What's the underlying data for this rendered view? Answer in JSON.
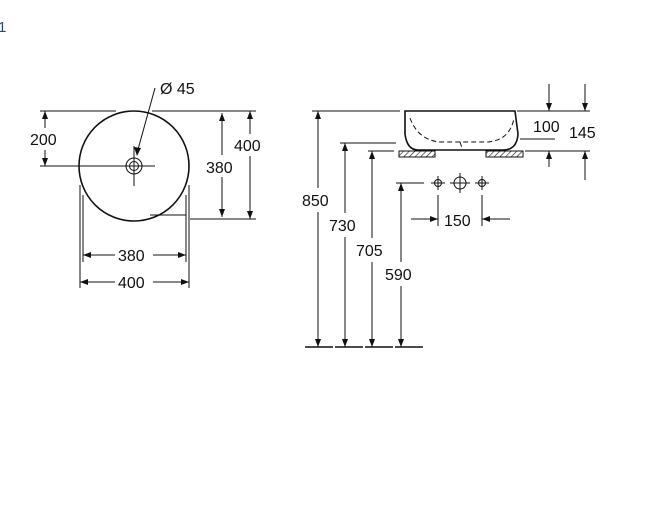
{
  "corner_mark": "1",
  "top_view": {
    "drain_diameter": "Ø 45",
    "height_from_center": "200",
    "outer_height": "400",
    "inner_height": "380",
    "inner_width": "380",
    "outer_width": "400"
  },
  "side_view": {
    "basin_height": "100",
    "total_height": "145",
    "height_850": "850",
    "height_730": "730",
    "height_705": "705",
    "height_590": "590",
    "tap_spacing": "150"
  }
}
